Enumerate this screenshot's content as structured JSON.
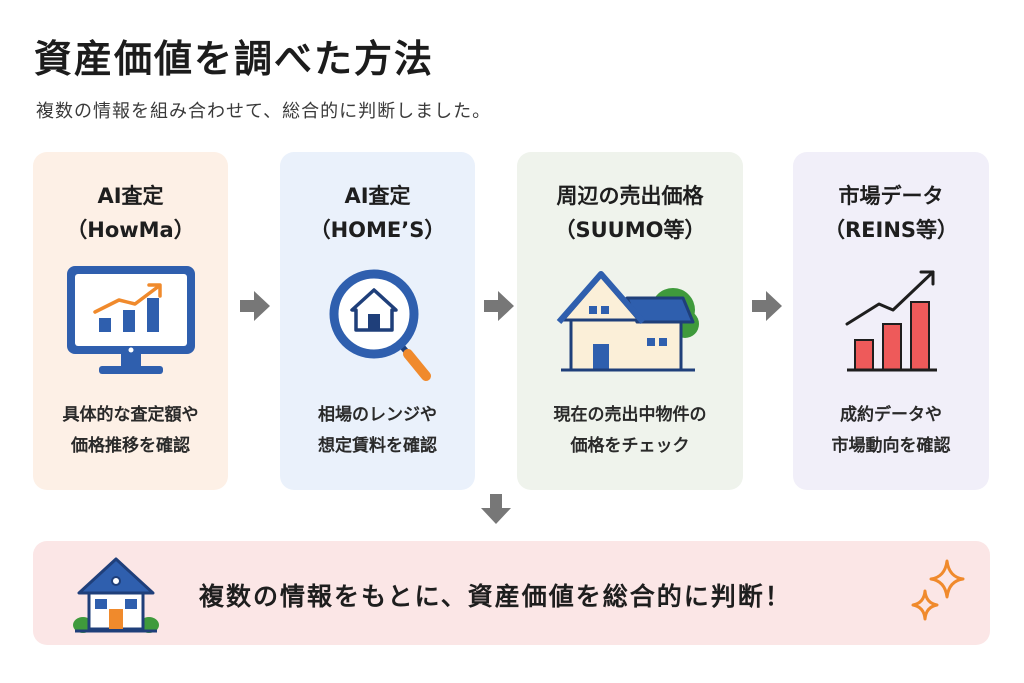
{
  "header": {
    "title": "資産価値を調べた方法",
    "subtitle": "複数の情報を組み合わせて、総合的に判断しました。"
  },
  "cards": [
    {
      "title_line1": "AI査定",
      "title_line2": "（HowMa）",
      "desc_line1": "具体的な査定額や",
      "desc_line2": "価格推移を確認",
      "icon": "monitor-chart-icon",
      "bg": "#fdf0e6"
    },
    {
      "title_line1": "AI査定",
      "title_line2": "（HOME’S）",
      "desc_line1": "相場のレンジや",
      "desc_line2": "想定賃料を確認",
      "icon": "magnifier-house-icon",
      "bg": "#eaf1fb"
    },
    {
      "title_line1": "周辺の売出価格",
      "title_line2": "（SUUMO等）",
      "desc_line1": "現在の売出中物件の",
      "desc_line2": "価格をチェック",
      "icon": "house-tree-icon",
      "bg": "#eff3ec"
    },
    {
      "title_line1": "市場データ",
      "title_line2": "（REINS等）",
      "desc_line1": "成約データや",
      "desc_line2": "市場動向を確認",
      "icon": "bar-chart-icon",
      "bg": "#f1eff9"
    }
  ],
  "conclusion": {
    "text": "複数の情報をもとに、資産価値を総合的に判断！",
    "icon": "house-icon",
    "bg": "#fbe6e6"
  },
  "colors": {
    "arrow": "#777777",
    "blue": "#2f5fae",
    "orange": "#f08a2c",
    "red": "#ee5a5a",
    "green": "#3f9a3c"
  }
}
